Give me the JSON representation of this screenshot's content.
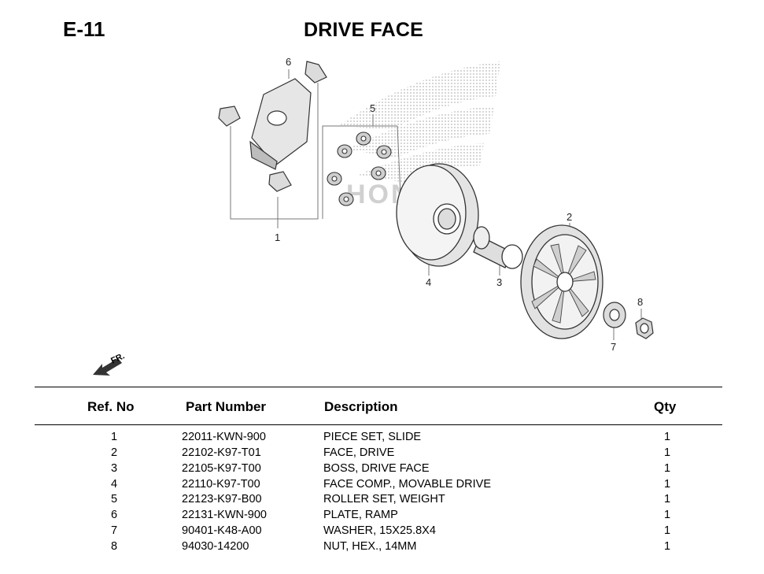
{
  "page": {
    "code": "E-11",
    "title": "DRIVE FACE"
  },
  "diagram": {
    "callouts": [
      "1",
      "2",
      "3",
      "4",
      "5",
      "6",
      "7",
      "8"
    ],
    "direction_label": "FR.",
    "watermark_text": "HONDA"
  },
  "table": {
    "headers": {
      "ref": "Ref. No",
      "part": "Part Number",
      "desc": "Description",
      "qty": "Qty"
    },
    "rows": [
      {
        "ref": "1",
        "part": "22011-KWN-900",
        "desc": "PIECE SET, SLIDE",
        "qty": "1"
      },
      {
        "ref": "2",
        "part": "22102-K97-T01",
        "desc": "FACE, DRIVE",
        "qty": "1"
      },
      {
        "ref": "3",
        "part": "22105-K97-T00",
        "desc": "BOSS, DRIVE FACE",
        "qty": "1"
      },
      {
        "ref": "4",
        "part": "22110-K97-T00",
        "desc": "FACE COMP., MOVABLE DRIVE",
        "qty": "1"
      },
      {
        "ref": "5",
        "part": "22123-K97-B00",
        "desc": "ROLLER SET, WEIGHT",
        "qty": "1"
      },
      {
        "ref": "6",
        "part": "22131-KWN-900",
        "desc": "PLATE, RAMP",
        "qty": "1"
      },
      {
        "ref": "7",
        "part": "90401-K48-A00",
        "desc": "WASHER, 15X25.8X4",
        "qty": "1"
      },
      {
        "ref": "8",
        "part": "94030-14200",
        "desc": "NUT, HEX., 14MM",
        "qty": "1"
      }
    ]
  }
}
